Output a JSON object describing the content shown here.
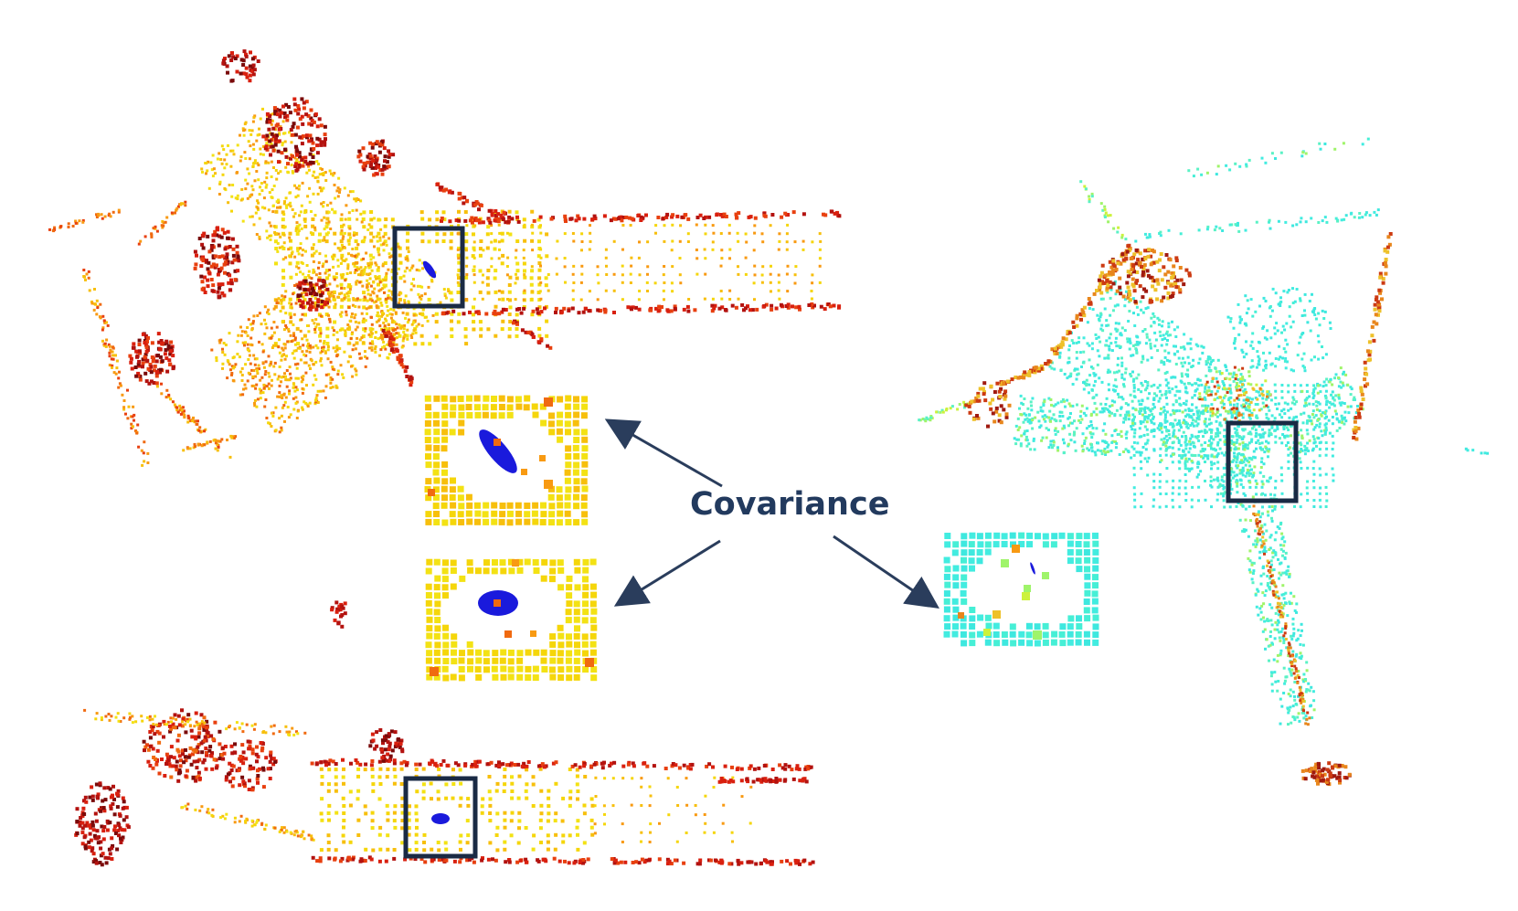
{
  "label": {
    "text": "Covariance",
    "color": "#223a5e"
  },
  "palette": {
    "warm": [
      "#7a0a0a",
      "#b3120f",
      "#d9200f",
      "#e8400f",
      "#f06a10",
      "#f89a12",
      "#f7bf0c",
      "#f5d60a",
      "#f3e214"
    ],
    "cool": [
      "#3ee8df",
      "#42ece0",
      "#46efd6",
      "#5af2c5",
      "#9ff46a",
      "#ccf23c",
      "#eec12a",
      "#e8861c",
      "#cc3a12",
      "#a01a10"
    ],
    "ellipse": "#1a1adc",
    "frame": "#1a2a44",
    "arrow": "#2a3d5c"
  },
  "panels": [
    {
      "id": "top-left-scan",
      "kind": "warm"
    },
    {
      "id": "bottom-left-scan",
      "kind": "warm"
    },
    {
      "id": "right-scan",
      "kind": "cool"
    }
  ],
  "insets": [
    {
      "id": "inset-oblique",
      "kind": "warm",
      "ellipse": "oblique"
    },
    {
      "id": "inset-flat",
      "kind": "warm",
      "ellipse": "flat"
    },
    {
      "id": "inset-cool",
      "kind": "cool",
      "ellipse": "thin"
    }
  ]
}
